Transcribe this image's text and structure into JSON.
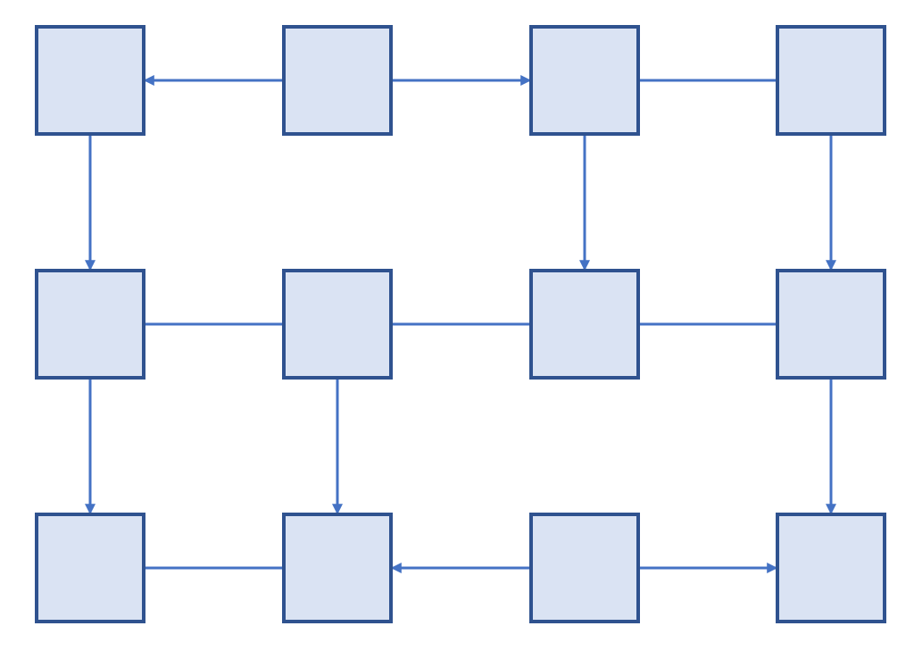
{
  "colors": {
    "node_fill": "#dae3f3",
    "node_stroke": "#2f528f",
    "edge": "#4472c4",
    "background": "#ffffff"
  },
  "grid": {
    "rows": 3,
    "cols": 4
  },
  "nodes": [
    {
      "id": "n-0-0",
      "row": 0,
      "col": 0
    },
    {
      "id": "n-0-1",
      "row": 0,
      "col": 1
    },
    {
      "id": "n-0-2",
      "row": 0,
      "col": 2
    },
    {
      "id": "n-0-3",
      "row": 0,
      "col": 3
    },
    {
      "id": "n-1-0",
      "row": 1,
      "col": 0
    },
    {
      "id": "n-1-1",
      "row": 1,
      "col": 1
    },
    {
      "id": "n-1-2",
      "row": 1,
      "col": 2
    },
    {
      "id": "n-1-3",
      "row": 1,
      "col": 3
    },
    {
      "id": "n-2-0",
      "row": 2,
      "col": 0
    },
    {
      "id": "n-2-1",
      "row": 2,
      "col": 1
    },
    {
      "id": "n-2-2",
      "row": 2,
      "col": 2
    },
    {
      "id": "n-2-3",
      "row": 2,
      "col": 3
    }
  ],
  "edges": [
    {
      "from": "n-0-1",
      "to": "n-0-0",
      "arrow": true
    },
    {
      "from": "n-0-1",
      "to": "n-0-2",
      "arrow": true
    },
    {
      "from": "n-0-2",
      "to": "n-0-3",
      "arrow": false
    },
    {
      "from": "n-0-0",
      "to": "n-1-0",
      "arrow": true
    },
    {
      "from": "n-0-2",
      "to": "n-1-2",
      "arrow": true
    },
    {
      "from": "n-0-3",
      "to": "n-1-3",
      "arrow": true
    },
    {
      "from": "n-1-0",
      "to": "n-1-1",
      "arrow": false
    },
    {
      "from": "n-1-1",
      "to": "n-1-2",
      "arrow": false
    },
    {
      "from": "n-1-2",
      "to": "n-1-3",
      "arrow": false
    },
    {
      "from": "n-1-0",
      "to": "n-2-0",
      "arrow": true
    },
    {
      "from": "n-1-1",
      "to": "n-2-1",
      "arrow": true
    },
    {
      "from": "n-1-3",
      "to": "n-2-3",
      "arrow": true
    },
    {
      "from": "n-2-0",
      "to": "n-2-1",
      "arrow": false
    },
    {
      "from": "n-2-2",
      "to": "n-2-1",
      "arrow": true
    },
    {
      "from": "n-2-2",
      "to": "n-2-3",
      "arrow": true
    }
  ]
}
